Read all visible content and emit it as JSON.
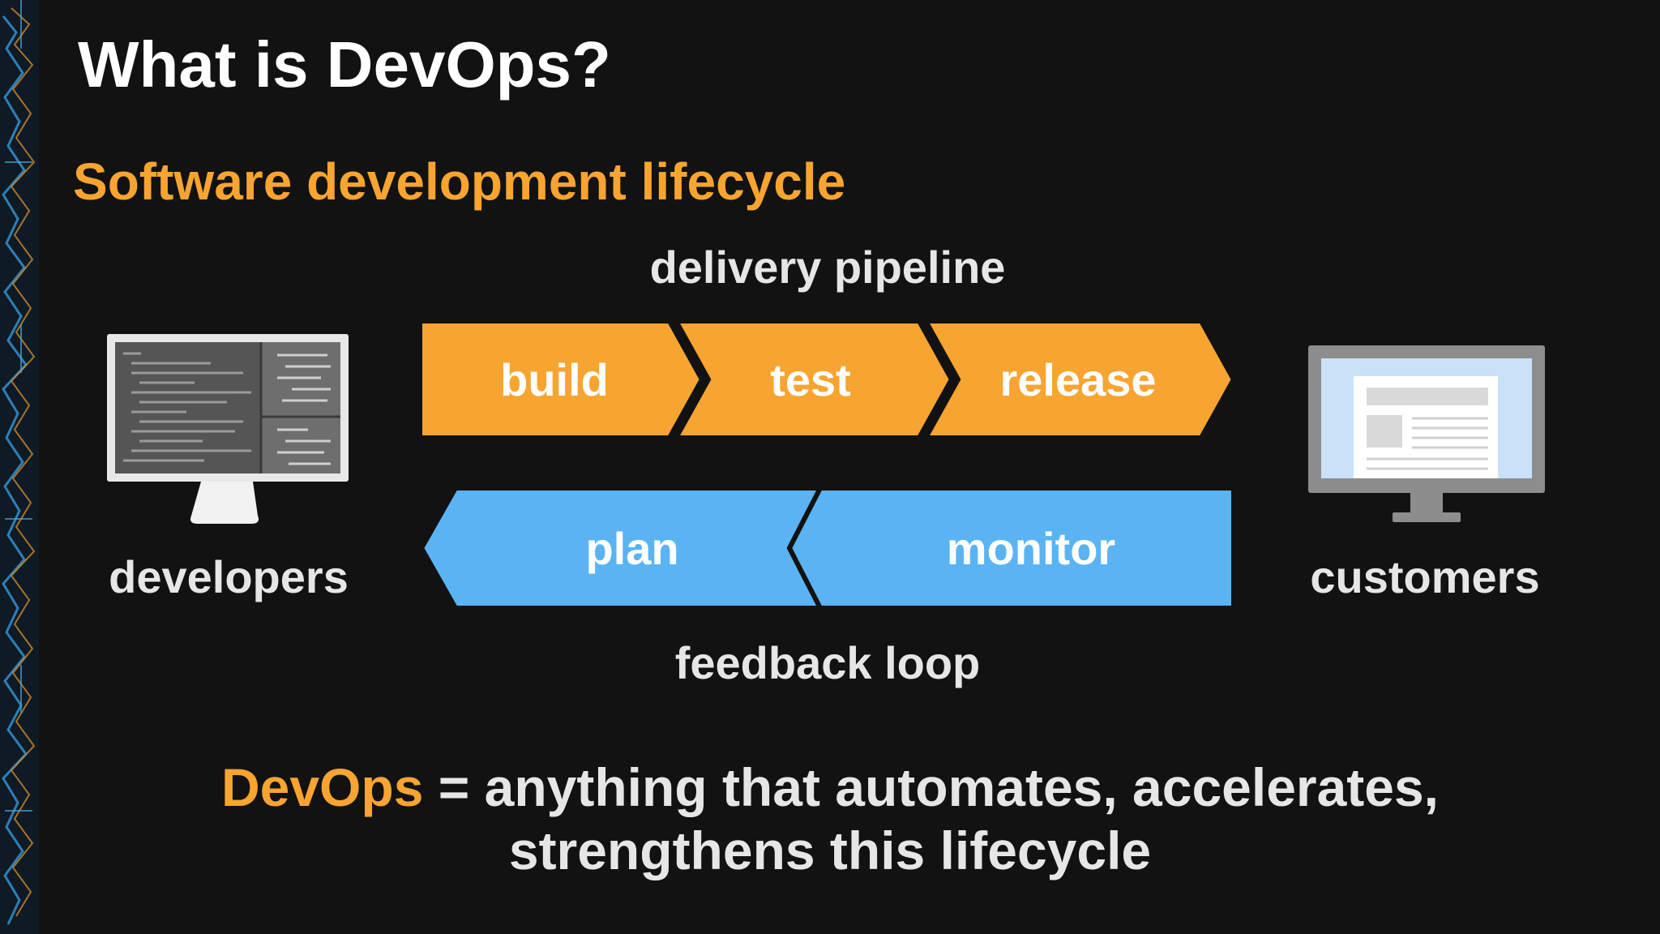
{
  "slide": {
    "title": "What is DevOps?",
    "subtitle": "Software development lifecycle"
  },
  "diagram": {
    "pipeline_label": "delivery pipeline",
    "feedback_label": "feedback loop",
    "left_actor": {
      "label": "developers",
      "icon": "code-monitor-icon"
    },
    "right_actor": {
      "label": "customers",
      "icon": "web-monitor-icon"
    },
    "pipeline_stages": [
      "build",
      "test",
      "release"
    ],
    "feedback_stages": [
      "plan",
      "monitor"
    ]
  },
  "summary": {
    "keyword": "DevOps",
    "line1_rest": " = anything that automates, accelerates,",
    "line2": "strengthens this lifecycle"
  },
  "colors": {
    "background": "#121212",
    "pipeline": "#f7a431",
    "feedback": "#5ab4f3",
    "accent_text": "#f7a431"
  }
}
